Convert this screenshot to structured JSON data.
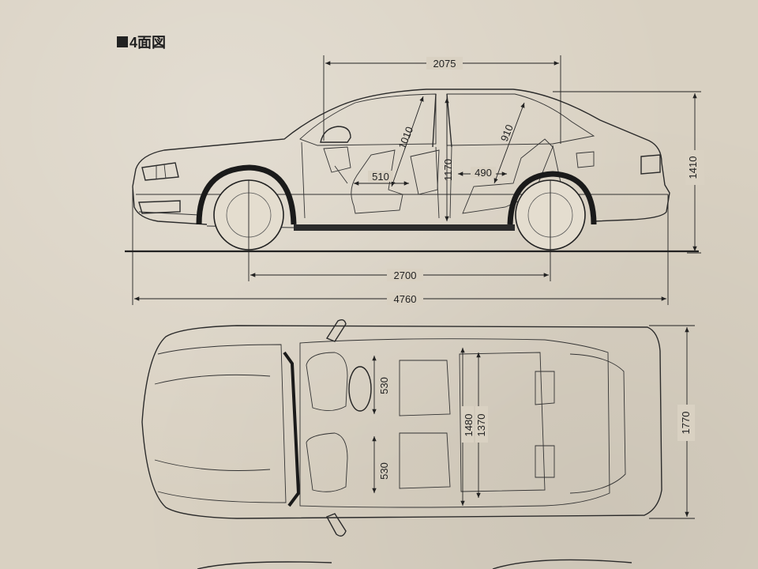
{
  "page": {
    "title": "4面図"
  },
  "side_view": {
    "dims": {
      "window_length": "2075",
      "front_headroom": "1010",
      "rear_headroom": "910",
      "front_seat": "510",
      "rear_seat": "490",
      "interior_height": "1170",
      "overall_height": "1410",
      "wheelbase": "2700",
      "overall_length": "4760"
    }
  },
  "top_view": {
    "dims": {
      "front_shoulder_upper": "530",
      "front_shoulder_lower": "530",
      "interior_width": "1480",
      "interior_width_2": "1370",
      "overall_width": "1770"
    }
  },
  "colors": {
    "paper": "#d9d1c2",
    "ink": "#222222"
  }
}
